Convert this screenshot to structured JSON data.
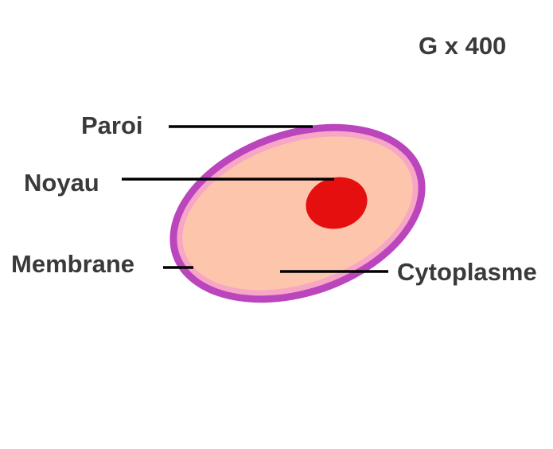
{
  "magnification": "G x 400",
  "labels": {
    "paroi": "Paroi",
    "noyau": "Noyau",
    "membrane": "Membrane",
    "cytoplasme": "Cytoplasme"
  },
  "colors": {
    "wall": "#bb45bd",
    "membrane": "#f7a6c6",
    "cytoplasm": "#fdc6ac",
    "nucleus": "#e50f10",
    "leader_line": "#000000",
    "text": "#3a3a3a"
  }
}
